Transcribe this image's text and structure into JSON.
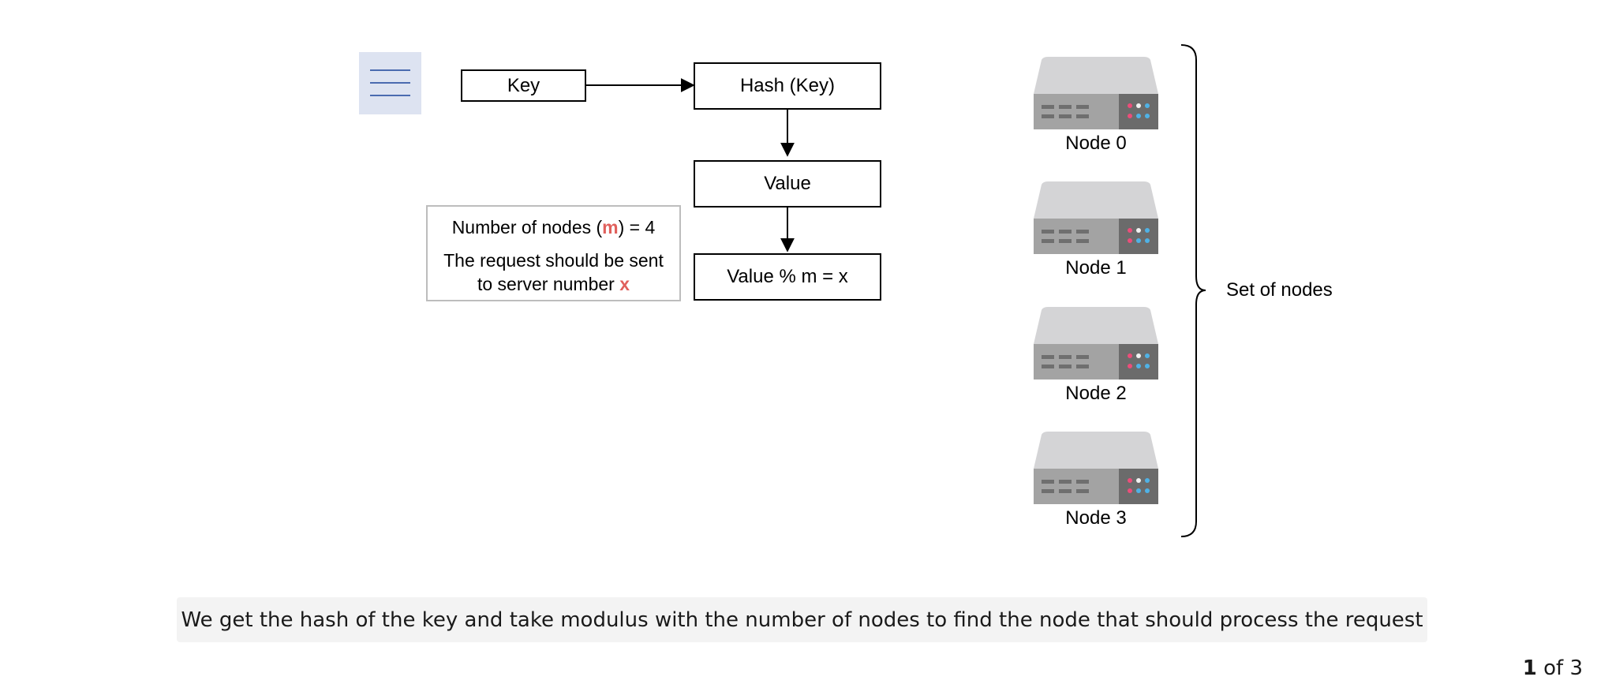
{
  "flow": {
    "key_label": "Key",
    "hash_label": "Hash (Key)",
    "value_label": "Value",
    "modulo_label": "Value % m = x"
  },
  "note": {
    "line1_prefix": "Number of nodes (",
    "line1_var": "m",
    "line1_suffix": ") = 4",
    "line2a": "The request should be sent",
    "line2b_prefix": "to server number ",
    "line2b_var": "x"
  },
  "nodes": [
    "Node 0",
    "Node 1",
    "Node 2",
    "Node 3"
  ],
  "brace_label": "Set of nodes",
  "caption": "We get the hash of the key and take modulus with the number of nodes to find the node that should process the request",
  "pager": {
    "current": "1",
    "of_text": "of 3"
  },
  "colors": {
    "accent_red": "#e0605c",
    "icon_bg": "#dde3f1",
    "icon_line": "#4a6bb0",
    "server_top": "#d4d4d6",
    "server_body": "#a3a3a3",
    "server_panel": "#6b6b6b",
    "led_pink": "#ec4d7a",
    "led_blue": "#4fb2e6",
    "led_white": "#f2f2f2"
  },
  "icons": {
    "document": "document-lines-icon",
    "server": "server-icon"
  }
}
